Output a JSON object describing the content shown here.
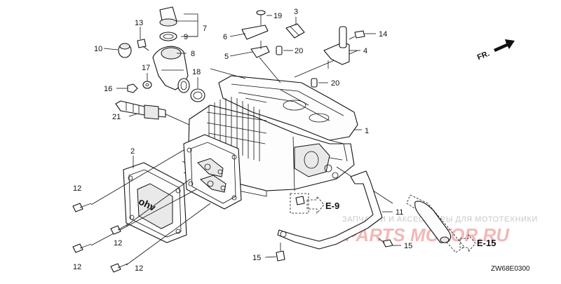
{
  "callouts": {
    "c1": "1",
    "c2": "2",
    "c3": "3",
    "c4": "4",
    "c5": "5",
    "c6": "6",
    "c7": "7",
    "c8": "8",
    "c9": "9",
    "c10": "10",
    "c11": "11",
    "c12a": "12",
    "c12b": "12",
    "c12c": "12",
    "c12d": "12",
    "c13": "13",
    "c14": "14",
    "c15a": "15",
    "c15b": "15",
    "c16": "16",
    "c17": "17",
    "c18": "18",
    "c19": "19",
    "c20a": "20",
    "c20b": "20",
    "c21": "21"
  },
  "references": {
    "e9": "E-9",
    "e15": "E-15"
  },
  "direction": {
    "front_label": "FR."
  },
  "diagram_code": "ZW68E0300",
  "valve_cover_emblem": "ohv",
  "watermark": {
    "caption": "ЗАПЧАСТИ И АКСЕССУАРЫ ДЛЯ МОТОТЕХНИКИ",
    "logo": "PARTS MOTOR.RU"
  }
}
